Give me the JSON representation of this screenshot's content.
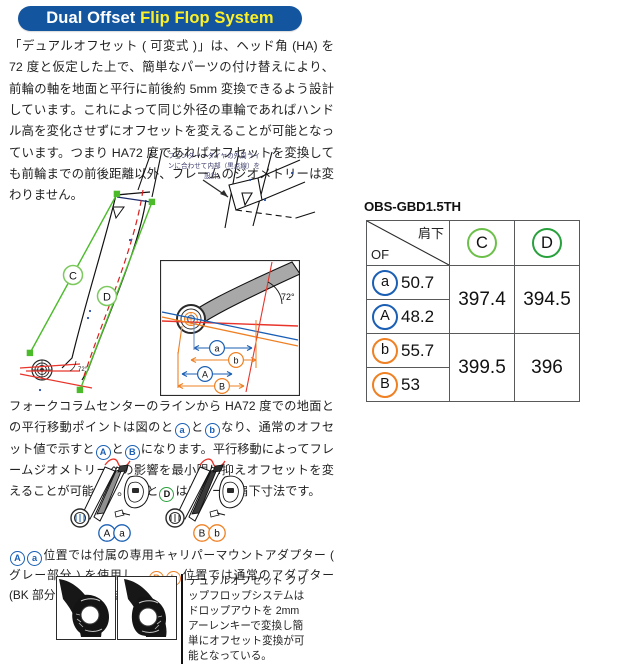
{
  "banner": {
    "title_white": "Dual Offset ",
    "title_yellow": "Flip Flop System"
  },
  "intro": {
    "paragraph": "「デュアルオフセット ( 可変式 )」は、ヘッド角 (HA) を 72 度と仮定した上で、簡単なパーツの付け替えにより、前輪の軸を地面と平行に前後約 5mm 変換できるよう設計しています。これによって同じ外径の車輪であればハンドル高を変化させずにオフセットを変えることが可能となっています。つまり HA72 度であればオフセットを変換しても前輪までの前後距離以外、フレームのジオメトリーは変わりません。"
  },
  "diagram": {
    "annotation": "フェンダー・タイヤの外周ラインに合わせて内部（黒点線）を設計。",
    "label_c": "C",
    "label_d": "D",
    "angle_label": "72°",
    "inset_dims": {
      "a_small": "a",
      "b_small": "b",
      "a_big": "A",
      "b_big": "B"
    }
  },
  "mid_paragraph": {
    "p1": "フォークコラムセンターのラインから HA72 度での地面との平行移動ポイントは図のと",
    "t_a_small": "a",
    "p2": "と",
    "t_b_small": "b",
    "p3": "なり、通常のオフセット値で示すと",
    "t_a_big": "A",
    "p4": "と",
    "t_b_big": "B",
    "p5": "になります。平行移動によってフレームジオメトリーへの影響を最小限に抑えオフセットを変えることが可能です。",
    "t_c": "C",
    "p6": "と",
    "t_d": "D",
    "p7": "はフォーク肩下寸法です。"
  },
  "mount_labels": {
    "left_big": "A",
    "left_small": "a",
    "right_big": "B",
    "right_small": "b"
  },
  "mount_caption": {
    "t_a_big": "A",
    "t_a_small": "a",
    "p1": "位置では付属の専用キャリパーマウントアダプター ( グレー部分 ) を使用し、",
    "t_b_big": "B",
    "t_b_small": "b",
    "p2": "位置では通常のアダプター (BK 部分 ) を使用します。"
  },
  "photo_caption": {
    "text": "デュアルオフセット フリップフロップシステムはドロップアウトを 2mm アーレンキーで変換し簡単にオフセット変換が可能となっている。"
  },
  "table": {
    "title": "OBS-GBD1.5TH",
    "header_corner_top": "肩下",
    "header_corner_bottom": "OF",
    "columns": [
      "C",
      "D"
    ],
    "rows": [
      {
        "code_small": "a",
        "val_small": "50.7",
        "code_big": "A",
        "val_big": "48.2",
        "color": "blue",
        "c": "397.4",
        "d": "394.5"
      },
      {
        "code_small": "b",
        "val_small": "55.7",
        "code_big": "B",
        "val_big": "53",
        "color": "orange",
        "c": "399.5",
        "d": "396"
      }
    ]
  },
  "colors": {
    "banner_bg": "#14559f",
    "banner_accent": "#fdf125",
    "blue": "#1a5fb4",
    "orange": "#ef8023",
    "lime": "#6cc04a",
    "green": "#28a03c",
    "red": "#e8342a",
    "gray_fill": "#9a9a9a"
  }
}
